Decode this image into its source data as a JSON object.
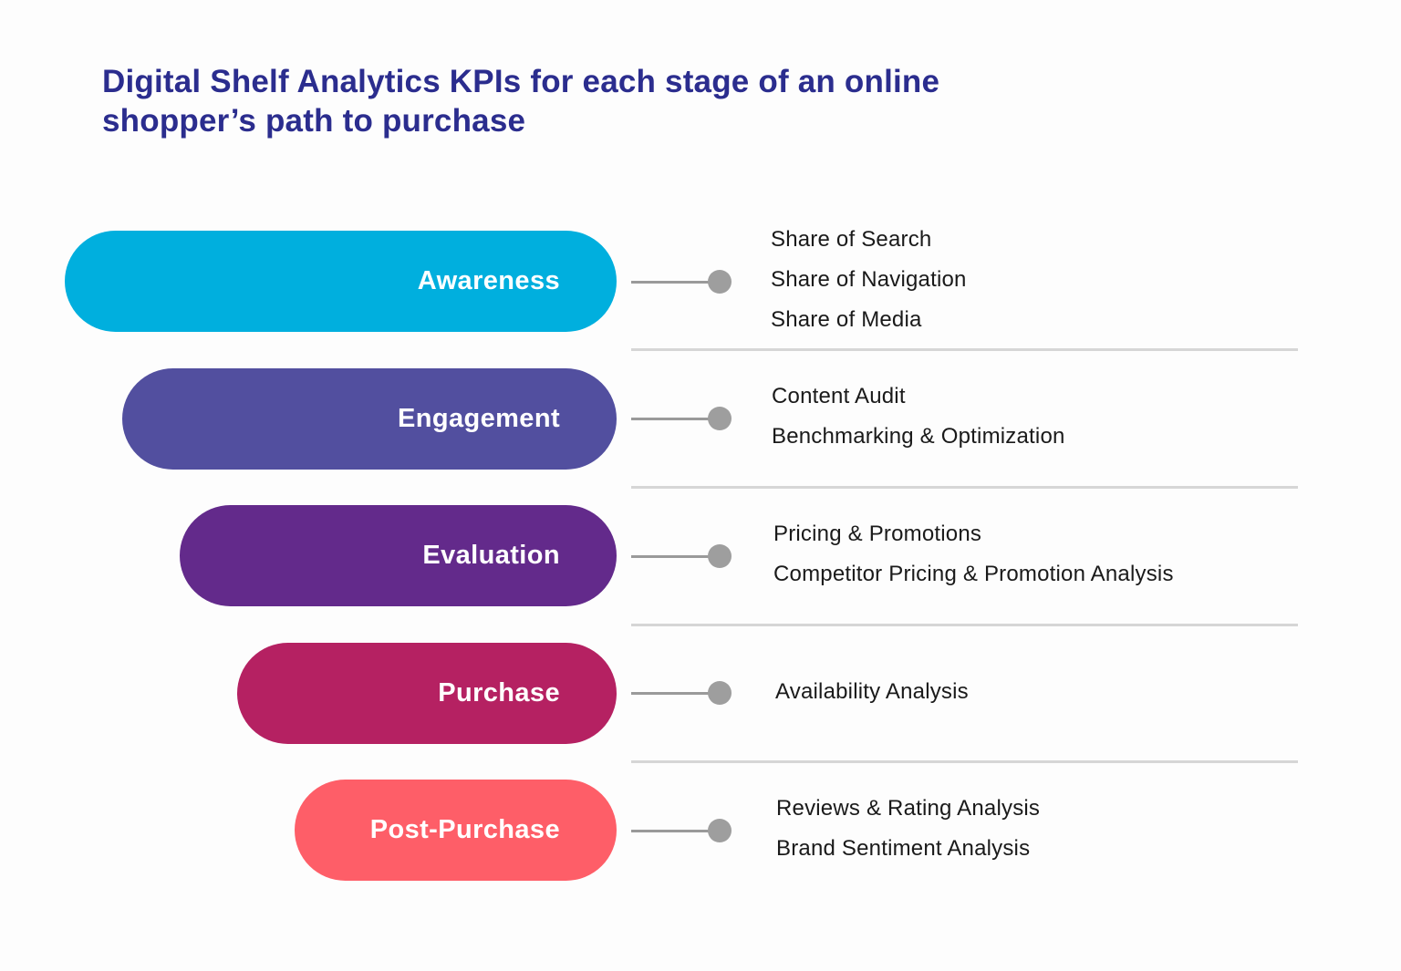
{
  "title": {
    "line1": "Digital Shelf Analytics KPIs for each stage of an online",
    "line2": "shopper’s path to purchase",
    "color": "#2b2d8e"
  },
  "stages": [
    {
      "label": "Awareness",
      "color": "#00afde",
      "kpis": [
        "Share of Search",
        "Share of Navigation",
        "Share of Media"
      ]
    },
    {
      "label": "Engagement",
      "color": "#524f9f",
      "kpis": [
        "Content Audit",
        "Benchmarking & Optimization"
      ]
    },
    {
      "label": "Evaluation",
      "color": "#632a8b",
      "kpis": [
        "Pricing & Promotions",
        "Competitor Pricing & Promotion Analysis"
      ]
    },
    {
      "label": "Purchase",
      "color": "#b52162",
      "kpis": [
        "Availability Analysis"
      ]
    },
    {
      "label": "Post-Purchase",
      "color": "#fe5e68",
      "kpis": [
        "Reviews & Rating Analysis",
        "Brand Sentiment Analysis"
      ]
    }
  ],
  "connector_color": "#9e9e9e",
  "divider_color": "#d6d6d6"
}
